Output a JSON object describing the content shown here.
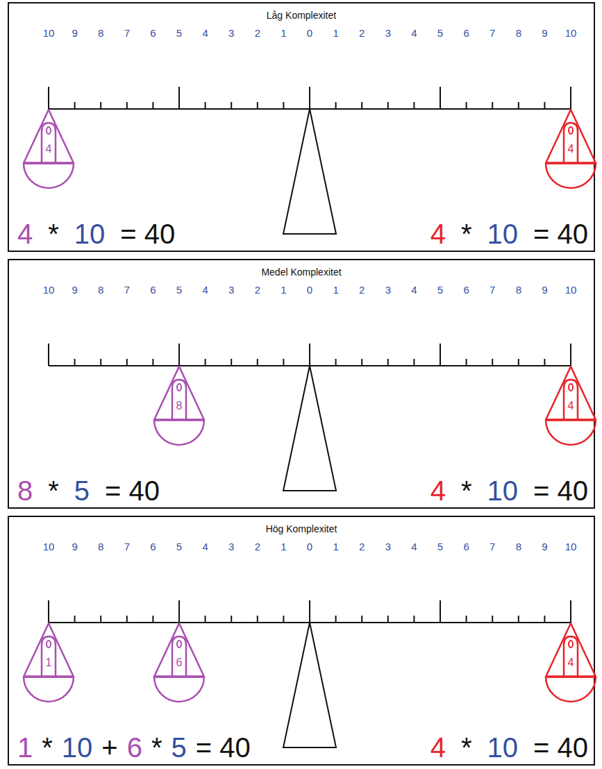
{
  "diagram": {
    "nodes": [
      {
        "text": [
          "Låg Komplexitet"
        ]
      },
      {
        "text": [
          "4"
        ],
        "in": 0
      },
      {
        "text": [
          "4"
        ],
        "in": 0
      },
      {
        "text": [
          "Medel Komplexitet"
        ]
      },
      {
        "text": [
          "8"
        ],
        "in": 3
      },
      {
        "text": [
          "4"
        ],
        "in": 3
      },
      {
        "text": [
          "Hög Komplexitet"
        ]
      },
      {
        "text": [
          "1"
        ],
        "in": 6
      },
      {
        "text": [
          "6"
        ],
        "in": 6
      },
      {
        "text": [
          "4"
        ],
        "in": 6
      }
    ],
    "labels": [
      "10",
      "9",
      "8",
      "7",
      "6",
      "5",
      "4",
      "3",
      "2",
      "1",
      "0",
      "1",
      "2",
      "3",
      "4",
      "5",
      "6",
      "7",
      "8",
      "9",
      "10",
      "4",
      "*",
      "10",
      "= 40",
      "4",
      "*",
      "10",
      "= 40",
      "10",
      "9",
      "8",
      "7",
      "6",
      "5",
      "4",
      "3",
      "2",
      "1",
      "0",
      "1",
      "2",
      "3",
      "4",
      "5",
      "6",
      "7",
      "8",
      "9",
      "10",
      "8",
      "*",
      "5",
      "= 40",
      "4",
      "*",
      "10",
      "= 40",
      "10",
      "9",
      "8",
      "7",
      "6",
      "5",
      "4",
      "3",
      "2",
      "1",
      "0",
      "1",
      "2",
      "3",
      "4",
      "5",
      "6",
      "7",
      "8",
      "9",
      "10",
      "1",
      "*",
      "10",
      "+",
      "6",
      "*",
      "5",
      "= 40",
      "4",
      "*",
      "10",
      "= 40"
    ]
  }
}
